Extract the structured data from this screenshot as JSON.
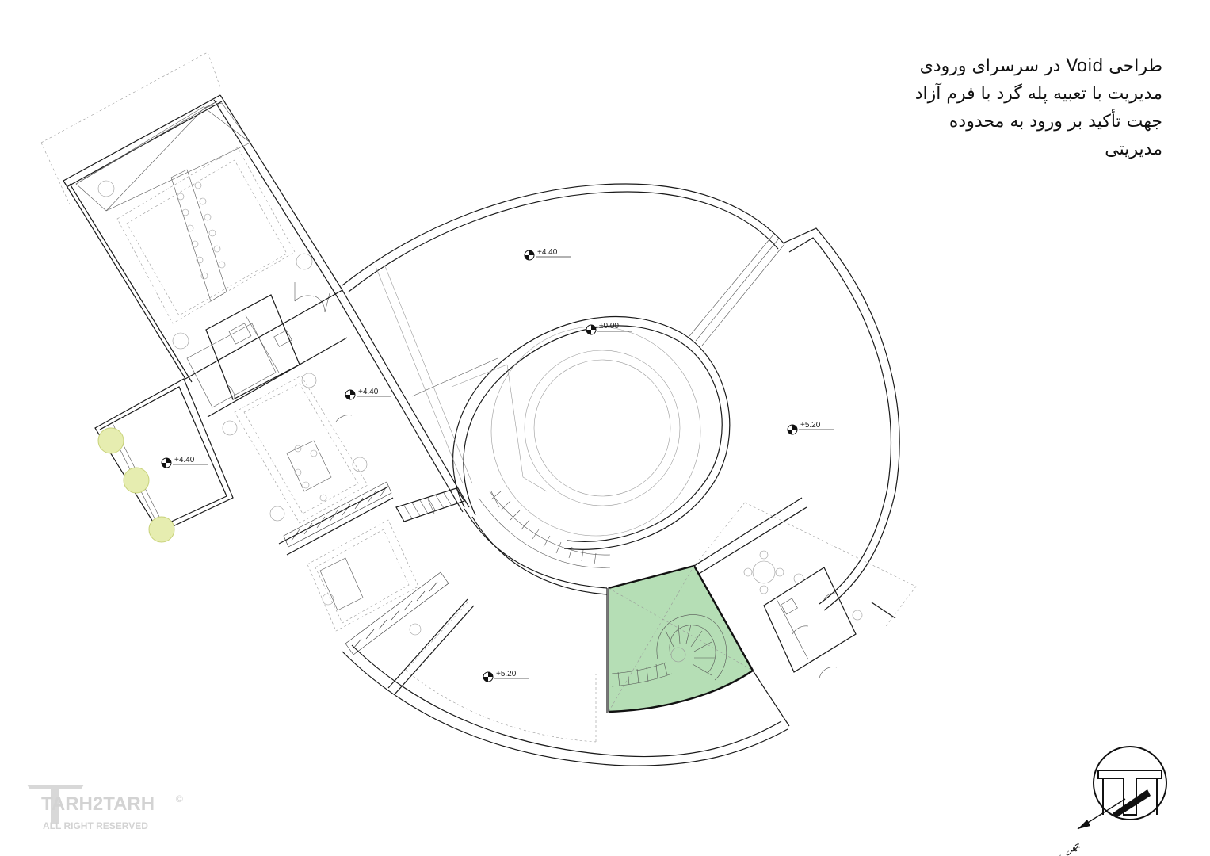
{
  "description_text": {
    "line1": "طراحی  Void در سرسرای ورودی",
    "line2": "مدیریت با تعبیه پله گرد با فرم آزاد",
    "line3": "جهت تأکید بر ورود به محدوده",
    "line4": "مدیریتی"
  },
  "level_markers": {
    "upper_hall": "+4.40",
    "center_void": "±0.00",
    "east_wing": "+5.20",
    "left_tower": "+4.40",
    "left_terrace": "+4.40",
    "south_hall": "+5.20"
  },
  "watermark": {
    "brand": "TARH2TARH",
    "tagline": "ALL RIGHT RESERVED",
    "symbol": "©"
  },
  "direction_label": "جهت قبله",
  "colors": {
    "stair_highlight": "#a8d8a8",
    "line": "#1a1a1a",
    "tree": "#e6edb0"
  }
}
